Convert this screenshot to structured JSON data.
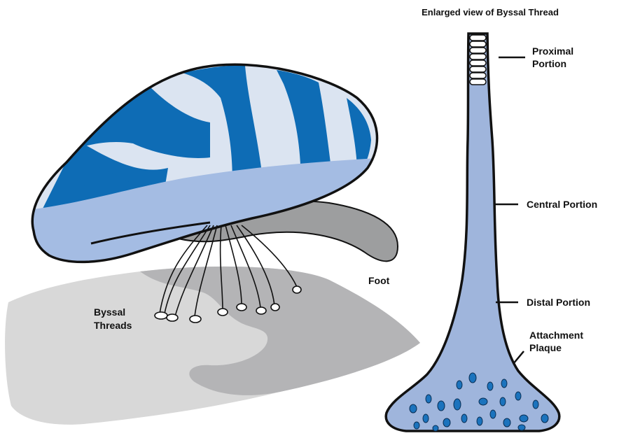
{
  "title": "Enlarged view of Byssal Thread",
  "labels": {
    "proximal": [
      "Proximal",
      "Portion"
    ],
    "central": "Central Portion",
    "distal": "Distal Portion",
    "plaque": [
      "Attachment",
      "Plaque"
    ],
    "foot": "Foot",
    "byssal": [
      "Byssal",
      "Threads"
    ]
  },
  "colors": {
    "shell_stripe_dark": "#0e6cb5",
    "shell_stripe_light": "#dbe4f1",
    "shell_underside": "#a4bce3",
    "thread_fill": "#9fb5dc",
    "plaque_dots": "#1b73bd",
    "rock_light": "#d8d8d8",
    "rock_dark": "#b4b4b6",
    "foot": "#9d9e9f",
    "outline": "#111111"
  },
  "icons": [
    "mussel-shell-icon",
    "byssal-thread-icon",
    "rock-surface-icon"
  ]
}
